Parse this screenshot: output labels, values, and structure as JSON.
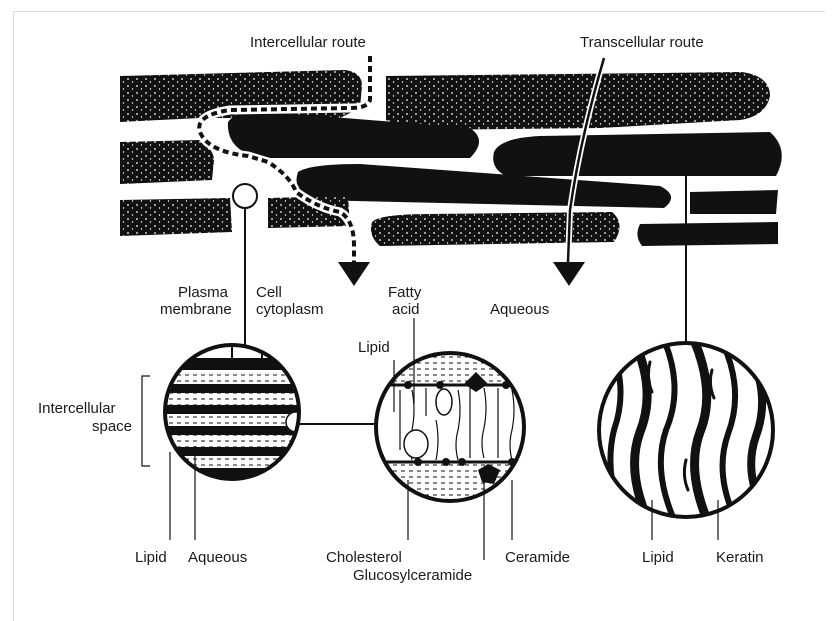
{
  "labels": {
    "intercellular_route": "Intercellular route",
    "transcellular_route": "Transcellular route",
    "plasma_membrane_1": "Plasma",
    "plasma_membrane_2": "membrane",
    "cell_cytoplasm_1": "Cell",
    "cell_cytoplasm_2": "cytoplasm",
    "fatty_acid_1": "Fatty",
    "fatty_acid_2": "acid",
    "aqueous_top": "Aqueous",
    "lipid_mid": "Lipid",
    "intercellular_space_1": "Intercellular",
    "intercellular_space_2": "space",
    "lipid_left": "Lipid",
    "aqueous_left": "Aqueous",
    "cholesterol": "Cholesterol",
    "glucosylceramide": "Glucosylceramide",
    "ceramide": "Ceramide",
    "lipid_right": "Lipid",
    "keratin": "Keratin"
  },
  "colors": {
    "ink": "#111111",
    "paper": "#ffffff",
    "border": "#dcdcdc"
  }
}
